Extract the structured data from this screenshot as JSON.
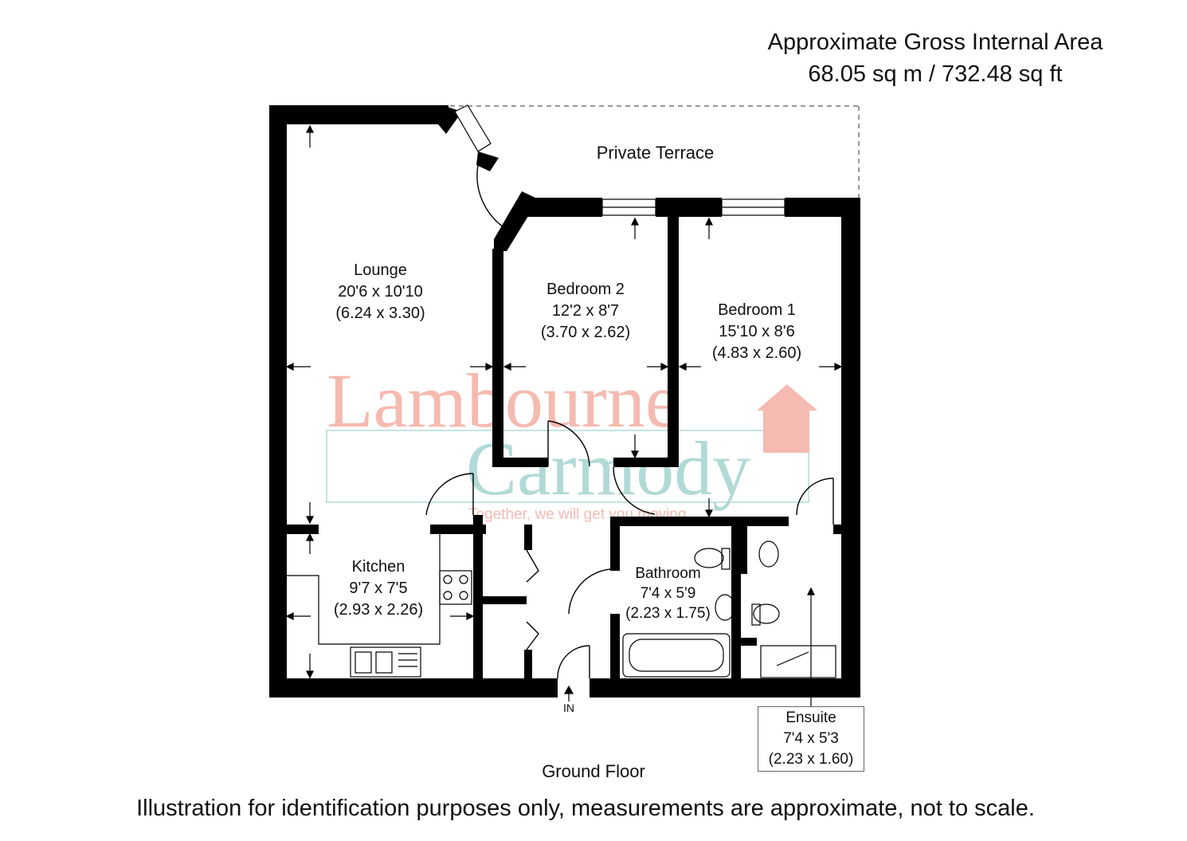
{
  "header": {
    "area_title": "Approximate Gross Internal Area",
    "area_value": "68.05 sq m / 732.48 sq ft"
  },
  "rooms": {
    "terrace": {
      "name": "Private Terrace"
    },
    "lounge": {
      "name": "Lounge",
      "imperial": "20'6 x 10'10",
      "metric": "(6.24 x 3.30)"
    },
    "bedroom2": {
      "name": "Bedroom 2",
      "imperial": "12'2 x 8'7",
      "metric": "(3.70 x 2.62)"
    },
    "bedroom1": {
      "name": "Bedroom 1",
      "imperial": "15'10 x 8'6",
      "metric": "(4.83 x 2.60)"
    },
    "kitchen": {
      "name": "Kitchen",
      "imperial": "9'7 x 7'5",
      "metric": "(2.93 x 2.26)"
    },
    "bathroom": {
      "name": "Bathroom",
      "imperial": "7'4 x 5'9",
      "metric": "(2.23 x 1.75)"
    },
    "ensuite": {
      "name": "Ensuite",
      "imperial": "7'4 x 5'3",
      "metric": "(2.23 x 1.60)"
    }
  },
  "entrance_label": "IN",
  "floor_label": "Ground Floor",
  "disclaimer": "Illustration for identification purposes only, measurements are approximate, not to scale.",
  "watermark": {
    "line1": "Lambourne",
    "line2": "Carmody",
    "tagline": "Together, we will get you moving"
  },
  "colors": {
    "wall": "#000000",
    "watermark_red": "#f4b3a8",
    "watermark_teal": "#a9d6d2"
  }
}
